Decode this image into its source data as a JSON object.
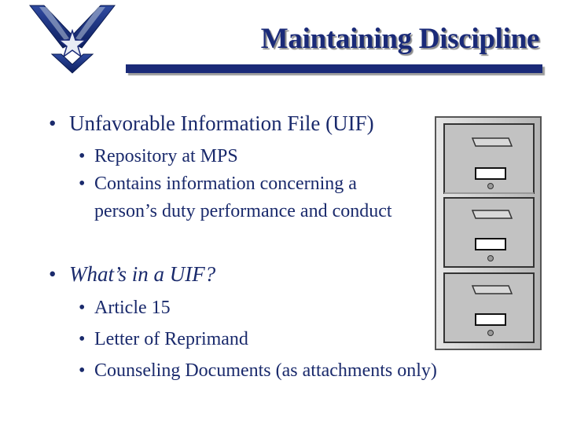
{
  "slide": {
    "title": "Maintaining Discipline",
    "bullets": [
      {
        "text": "Unfavorable Information File (UIF)",
        "italic": false,
        "sub": [
          "Repository at MPS",
          "Contains information concerning a person’s duty performance and conduct"
        ]
      },
      {
        "text": "What’s in a UIF?",
        "italic": true,
        "sub": [
          "Article 15",
          "Letter of Reprimand",
          "Counseling Documents (as attachments only)"
        ]
      }
    ],
    "bullet_glyph": "•"
  },
  "icons": {
    "logo": "air-force-wings-star-logo",
    "illustration": "file-cabinet-icon"
  },
  "colors": {
    "title": "#1a2a78",
    "text": "#1a2a6c",
    "bar": "#1a2a78",
    "cabinet": "#c8c8c8"
  }
}
